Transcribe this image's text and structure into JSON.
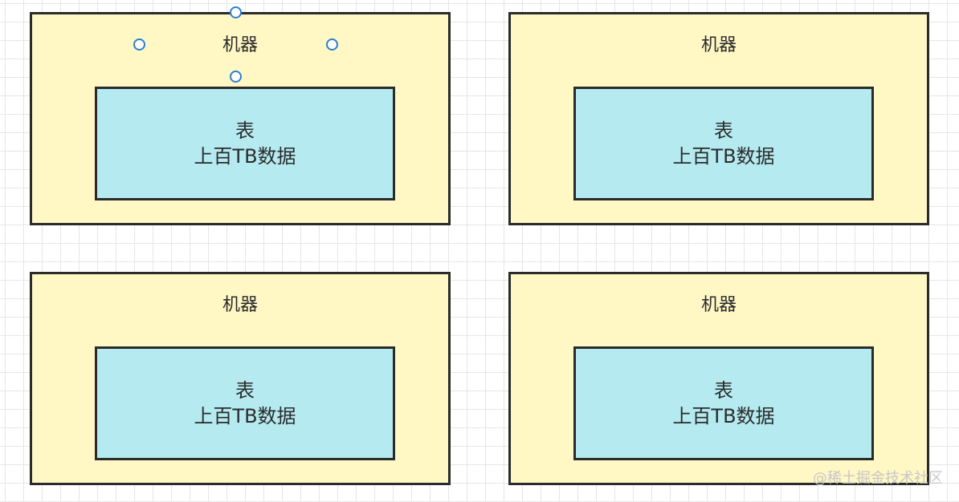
{
  "machines": [
    {
      "label": "机器",
      "table": {
        "line1": "表",
        "line2": "上百TB数据"
      }
    },
    {
      "label": "机器",
      "table": {
        "line1": "表",
        "line2": "上百TB数据"
      }
    },
    {
      "label": "机器",
      "table": {
        "line1": "表",
        "line2": "上百TB数据"
      }
    },
    {
      "label": "机器",
      "table": {
        "line1": "表",
        "line2": "上百TB数据"
      }
    }
  ],
  "watermark": "@稀土掘金技术社区",
  "colors": {
    "machine_fill": "#fff7c4",
    "table_fill": "#b4eaf0",
    "border": "#2b2b2b",
    "selection_handle": "#2b7fd1"
  }
}
